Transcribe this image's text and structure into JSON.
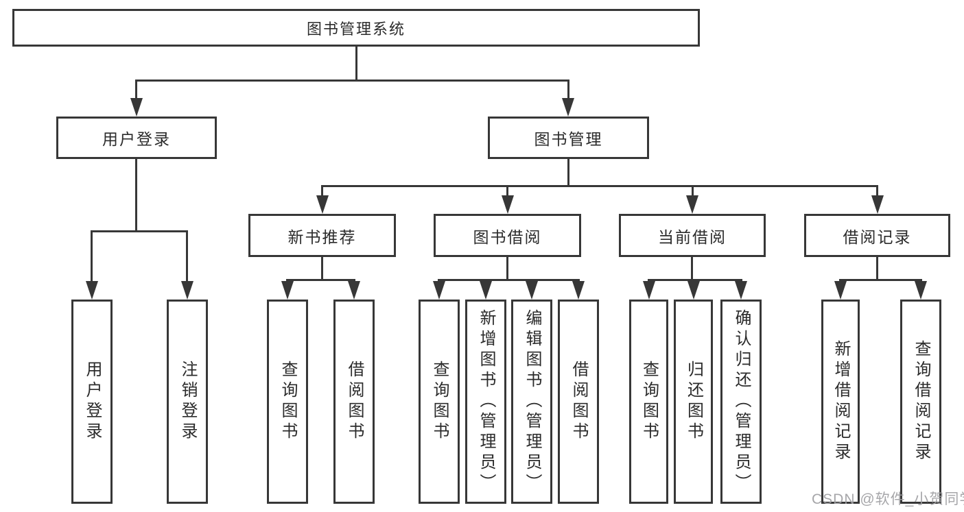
{
  "diagram": {
    "root": {
      "label": "图书管理系统"
    },
    "level2": {
      "user_login": {
        "label": "用户登录"
      },
      "book_management": {
        "label": "图书管理"
      }
    },
    "level3": {
      "new_book_recommendation": {
        "label": "新书推荐"
      },
      "book_borrowing": {
        "label": "图书借阅"
      },
      "current_borrowing": {
        "label": "当前借阅"
      },
      "borrowing_records": {
        "label": "借阅记录"
      }
    },
    "leaves": {
      "user_login_children": [
        {
          "label": "用户登录"
        },
        {
          "label": "注销登录"
        }
      ],
      "new_book_children": [
        {
          "label": "查询图书"
        },
        {
          "label": "借阅图书"
        }
      ],
      "book_borrowing_children": [
        {
          "label": "查询图书"
        },
        {
          "label": "新增图书（管理员）"
        },
        {
          "label": "编辑图书（管理员）"
        },
        {
          "label": "借阅图书"
        }
      ],
      "current_borrowing_children": [
        {
          "label": "查询图书"
        },
        {
          "label": "归还图书"
        },
        {
          "label": "确认归还（管理员）"
        }
      ],
      "borrowing_records_children": [
        {
          "label": "新增借阅记录"
        },
        {
          "label": "查询借阅记录"
        }
      ]
    }
  },
  "watermark": {
    "text": "CSDN @软件_小贺同学"
  },
  "colors": {
    "line": "#373737",
    "box_border": "#373737",
    "box_fill": "#ffffff",
    "text": "#2b2b2b",
    "background": "#ffffff",
    "watermark": "#9e9ea2"
  }
}
